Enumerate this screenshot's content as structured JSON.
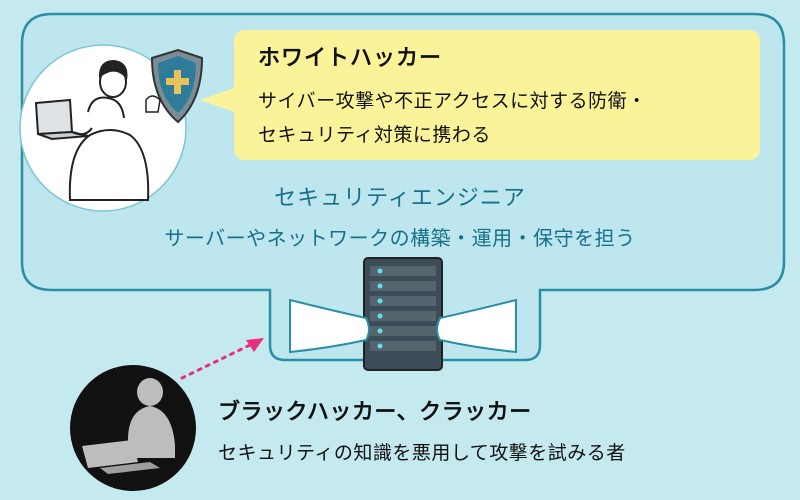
{
  "white_hacker": {
    "title": "ホワイトハッカー",
    "desc_line1": "サイバー攻撃や不正アクセスに対する防衛・",
    "desc_line2": "セキュリティ対策に携わる"
  },
  "security_engineer": {
    "title": "セキュリティエンジニア",
    "desc": "サーバーやネットワークの構築・運用・保守を担う"
  },
  "black_hacker": {
    "title": "ブラックハッカー、クラッカー",
    "desc": "セキュリティの知識を悪用して攻撃を試みる者"
  },
  "colors": {
    "background": "#c4eaf0",
    "panel_fill": "#bde6ee",
    "panel_border": "#2a8fa6",
    "bubble_fill": "#fbf39a",
    "engineer_text": "#17708a",
    "arrow": "#e8307a"
  },
  "icons": [
    "shield-cross-icon",
    "laptop-icon",
    "server-rack-icon",
    "hands-icon",
    "hacker-silhouette-icon"
  ]
}
